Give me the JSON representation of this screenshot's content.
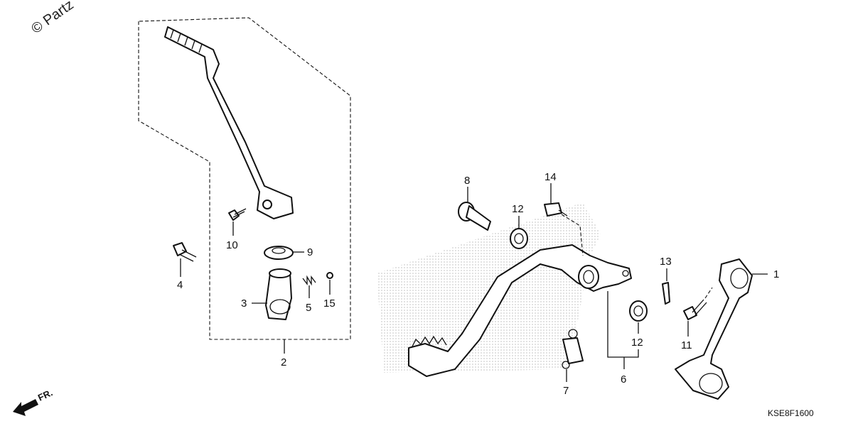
{
  "watermark": "© Partz",
  "diagram_code": "KSE8F1600",
  "direction_label": "FR.",
  "callouts": [
    "1",
    "2",
    "3",
    "4",
    "5",
    "6",
    "7",
    "8",
    "9",
    "10",
    "11",
    "12",
    "12",
    "13",
    "14",
    "15"
  ]
}
